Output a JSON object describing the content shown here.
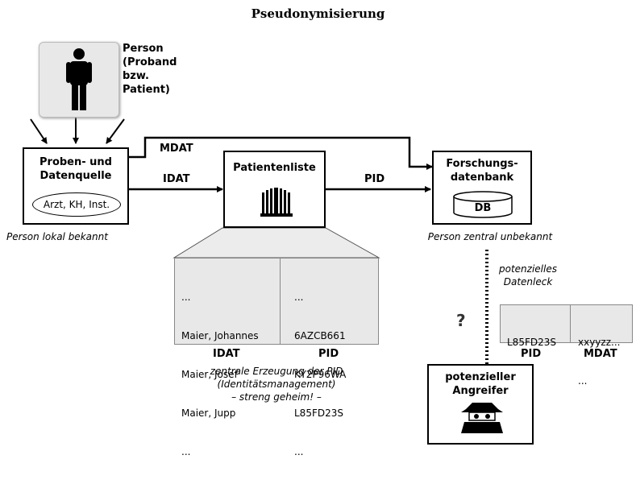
{
  "title": "Pseudonymisierung",
  "person": {
    "lines": [
      "Person",
      "(Proband",
      "bzw.",
      "Patient)"
    ]
  },
  "source": {
    "title_lines": [
      "Proben- und",
      "Datenquelle"
    ],
    "inner": "Arzt, KH, Inst.",
    "caption": "Person lokal bekannt"
  },
  "patientlist": {
    "title": "Patientenliste",
    "names": [
      "...",
      "Maier, Johannes",
      "Maier, Josef",
      "Maier, Jupp",
      "..."
    ],
    "pids": [
      "...",
      "6AZCB661",
      "KY2P96WA",
      "L85FD23S",
      "..."
    ],
    "col_idat": "IDAT",
    "col_pid": "PID",
    "caption": [
      "zentrale Erzeugung der PID",
      "(Identitätsmanagement)",
      "– streng geheim! –"
    ]
  },
  "research": {
    "title_lines": [
      "Forschungs-",
      "datenbank"
    ],
    "db": "DB",
    "caption": "Person zentral unbekannt"
  },
  "arrows": {
    "mdat": "MDAT",
    "idat": "IDAT",
    "pid": "PID"
  },
  "leak": {
    "label_lines": [
      "potenzielles",
      "Datenleck"
    ],
    "pid_value": "L85FD23S",
    "mdat_value": "xxyyzz...",
    "pid_more": "...",
    "mdat_more": "...",
    "col_pid": "PID",
    "col_mdat": "MDAT",
    "question": "?"
  },
  "attacker": {
    "title_lines": [
      "potenzieller",
      "Angreifer"
    ]
  }
}
